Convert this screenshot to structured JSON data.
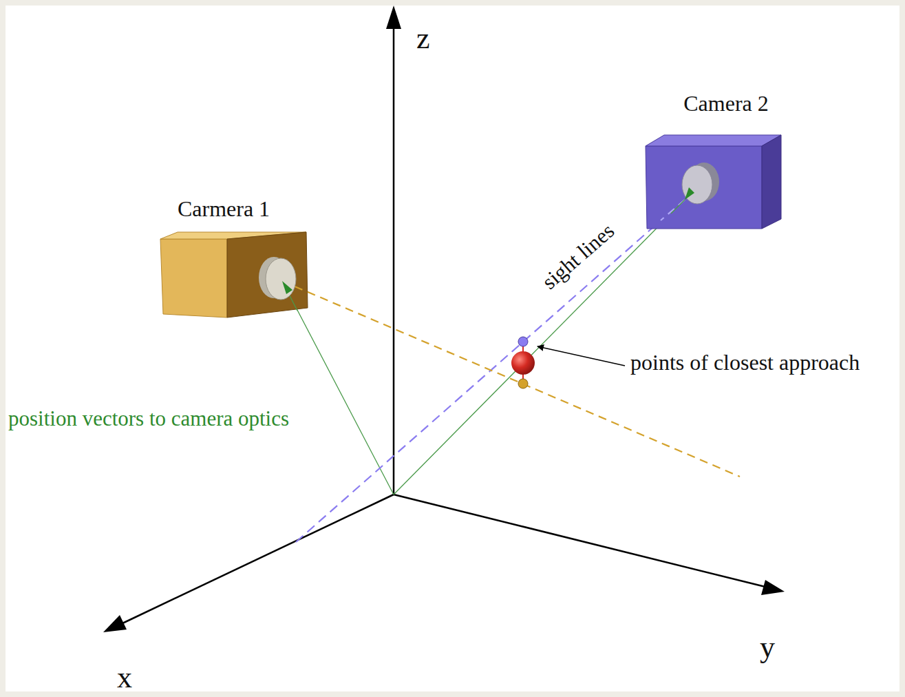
{
  "diagram": {
    "nodes": [
      {
        "text": [
          "Carmera 1"
        ]
      },
      {
        "text": [
          "Camera 2"
        ]
      }
    ],
    "labels": [
      "z",
      "sight lines",
      "points of closest approach",
      "position vectors to camera optics",
      "y",
      "x"
    ]
  }
}
